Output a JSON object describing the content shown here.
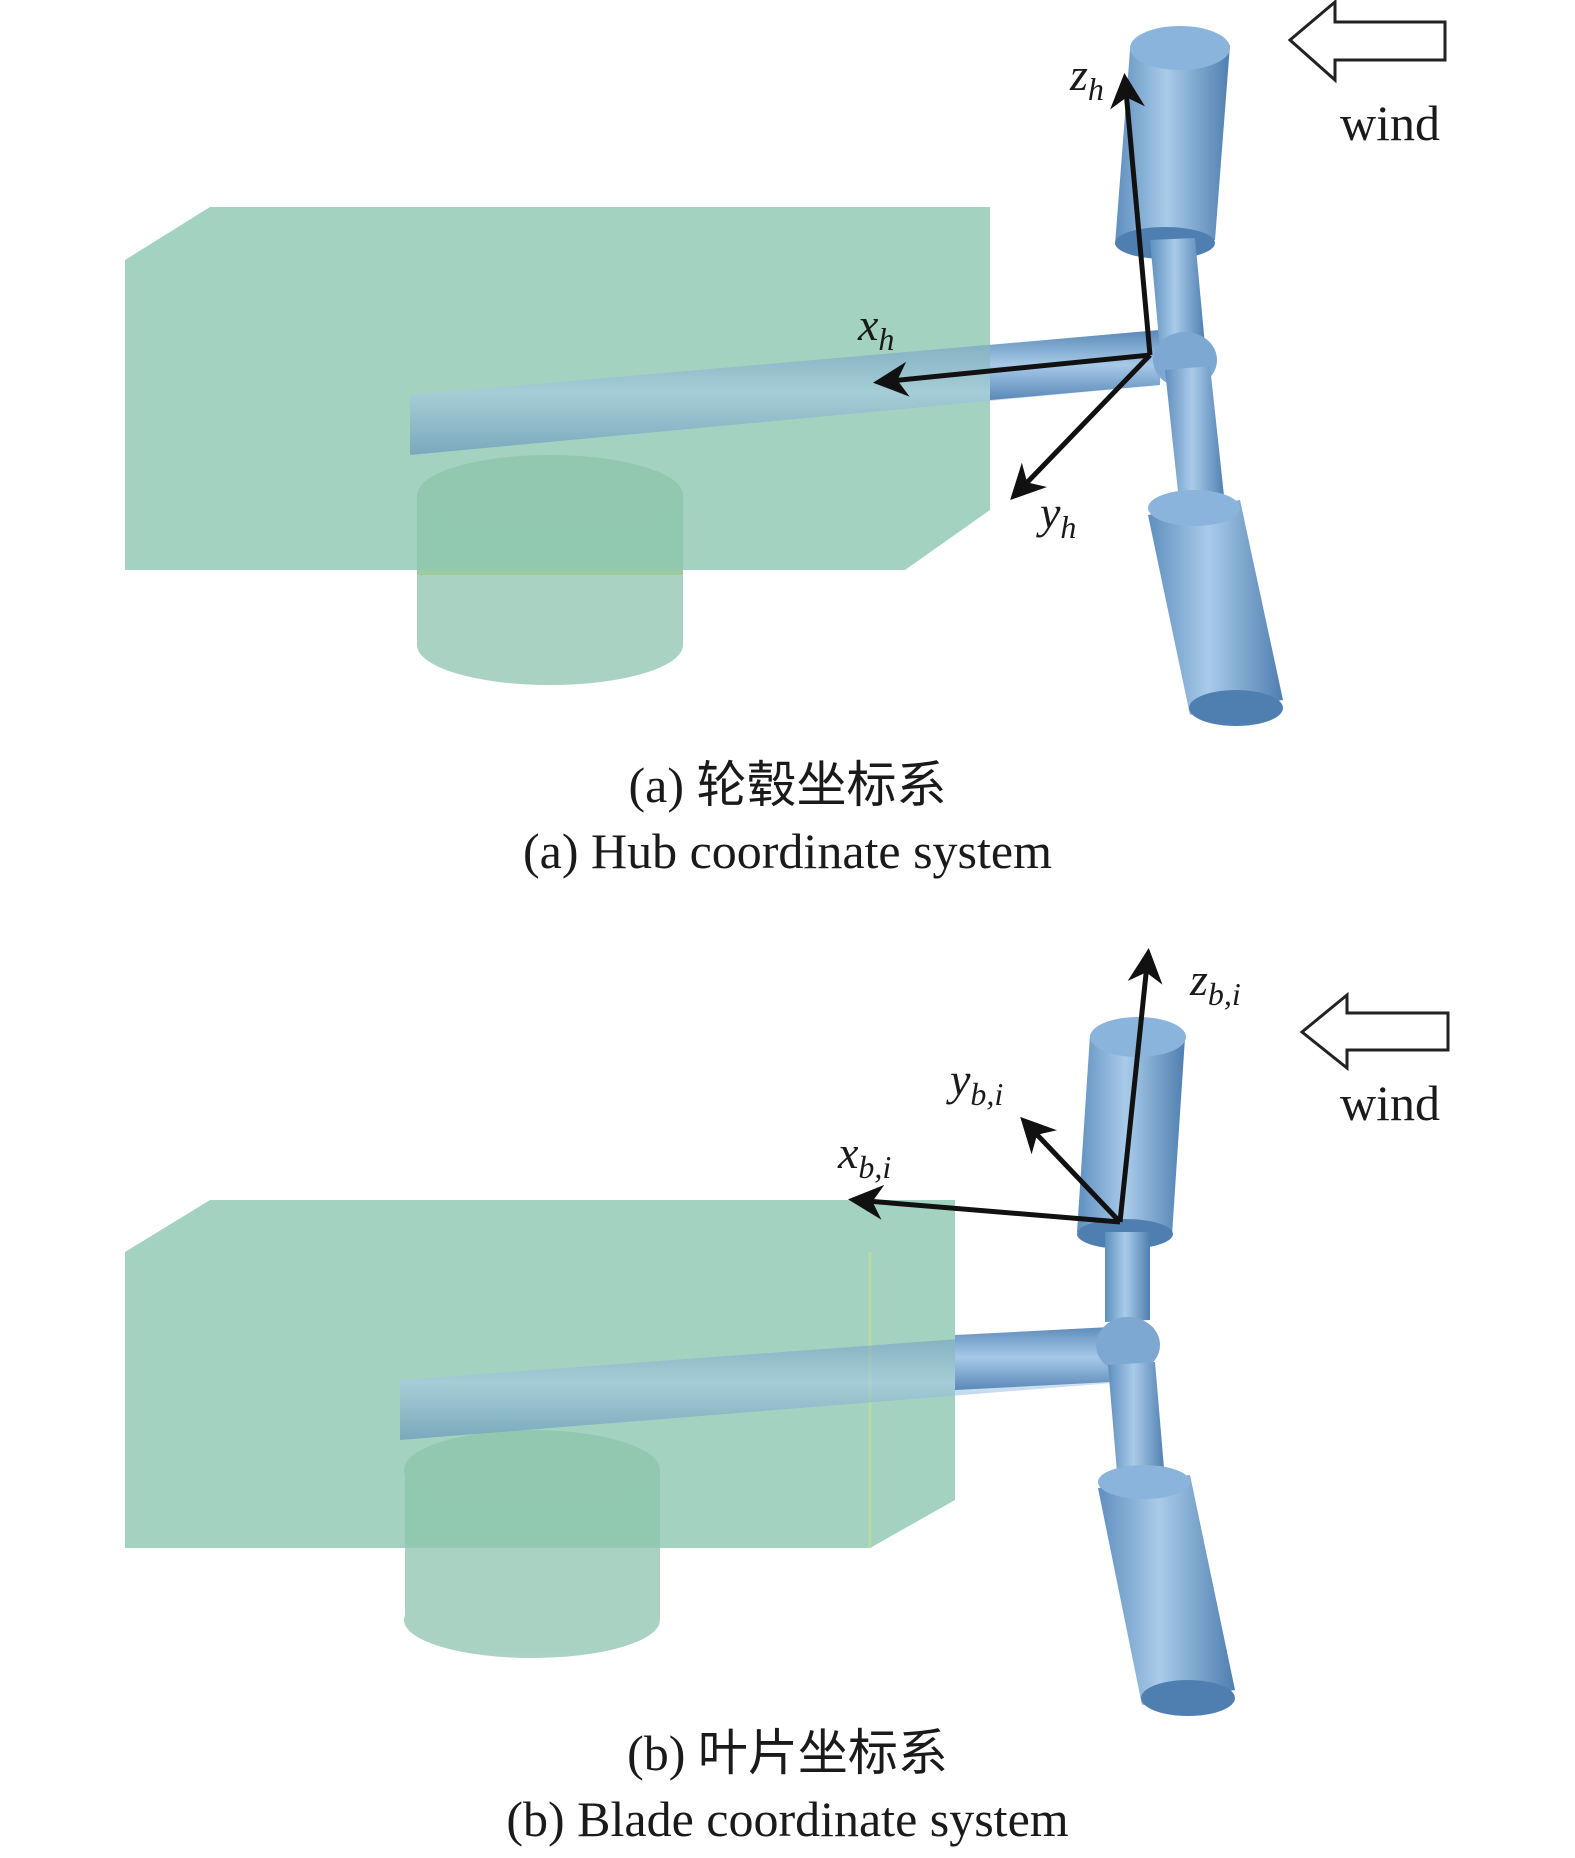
{
  "panel_a": {
    "caption_zh": "(a) 轮毂坐标系",
    "caption_en": "(a) Hub coordinate system",
    "axes": {
      "x": {
        "main": "x",
        "sub": "h"
      },
      "y": {
        "main": "y",
        "sub": "h"
      },
      "z": {
        "main": "z",
        "sub": "h"
      }
    },
    "wind_label": "wind"
  },
  "panel_b": {
    "caption_zh": "(b) 叶片坐标系",
    "caption_en": "(b) Blade coordinate system",
    "axes": {
      "x": {
        "main": "x",
        "sub": "b,i"
      },
      "y": {
        "main": "y",
        "sub": "b,i"
      },
      "z": {
        "main": "z",
        "sub": "b,i"
      }
    },
    "wind_label": "wind"
  },
  "colors": {
    "nacelle": "#8fc8b3",
    "tower_base": "#8dc289",
    "rotor": "#6e9fcc",
    "axis": "#111111"
  }
}
